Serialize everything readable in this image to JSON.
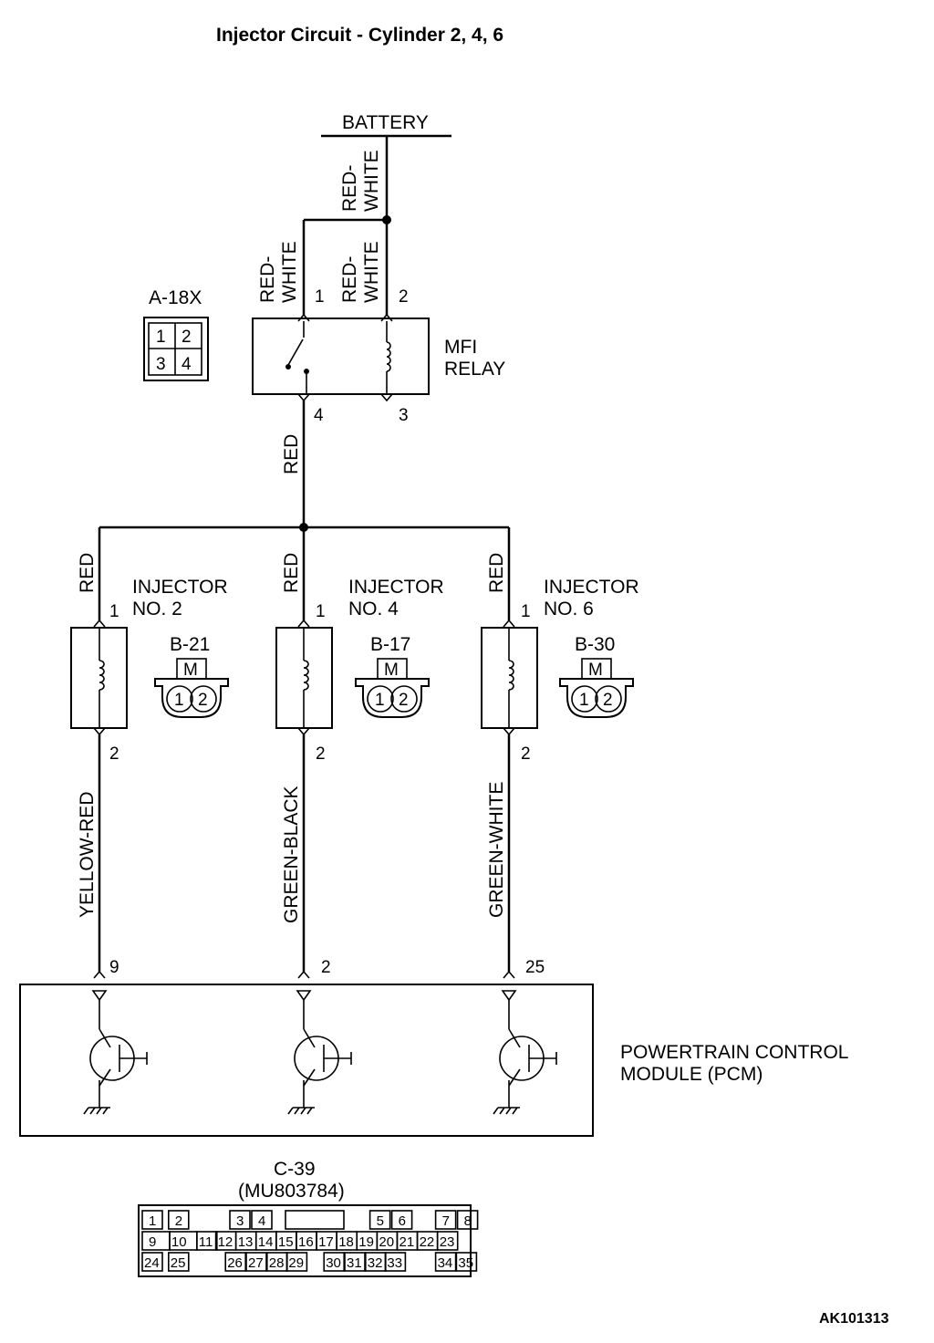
{
  "title": "Injector Circuit - Cylinder 2, 4, 6",
  "battery": "BATTERY",
  "wires": {
    "battery_feed": "RED-\nWHITE",
    "relay_pin1": "RED-\nWHITE",
    "relay_pin2": "RED-\nWHITE",
    "relay_out": "RED",
    "inj2_feed": "RED",
    "inj4_feed": "RED",
    "inj6_feed": "RED",
    "inj2_out": "YELLOW-RED",
    "inj4_out": "GREEN-BLACK",
    "inj6_out": "GREEN-WHITE"
  },
  "relay": {
    "name_line1": "MFI",
    "name_line2": "RELAY",
    "connector": "A-18X",
    "connector_pins": [
      "1",
      "2",
      "3",
      "4"
    ],
    "pins": {
      "p1": "1",
      "p2": "2",
      "p3": "3",
      "p4": "4"
    }
  },
  "injectors": [
    {
      "name_line1": "INJECTOR",
      "name_line2": "NO. 2",
      "connector": "B-21",
      "pin_in": "1",
      "pin_out": "2",
      "pcm_pin": "9"
    },
    {
      "name_line1": "INJECTOR",
      "name_line2": "NO. 4",
      "connector": "B-17",
      "pin_in": "1",
      "pin_out": "2",
      "pcm_pin": "2"
    },
    {
      "name_line1": "INJECTOR",
      "name_line2": "NO. 6",
      "connector": "B-30",
      "pin_in": "1",
      "pin_out": "2",
      "pcm_pin": "25"
    }
  ],
  "injector_connector": {
    "key": "M",
    "pins": [
      "1",
      "2"
    ]
  },
  "pcm": {
    "name_line1": "POWERTRAIN CONTROL",
    "name_line2": "MODULE (PCM)",
    "connector": "C-39",
    "part_number": "(MU803784)",
    "connector_rows": [
      [
        "1",
        "2",
        "3",
        "4",
        "5",
        "6",
        "7",
        "8"
      ],
      [
        "9",
        "10",
        "11",
        "12",
        "13",
        "14",
        "15",
        "16",
        "17",
        "18",
        "19",
        "20",
        "21",
        "22",
        "23"
      ],
      [
        "24",
        "25",
        "26",
        "27",
        "28",
        "29",
        "30",
        "31",
        "32",
        "33",
        "34",
        "35"
      ]
    ]
  },
  "figure_id": "AK101313"
}
